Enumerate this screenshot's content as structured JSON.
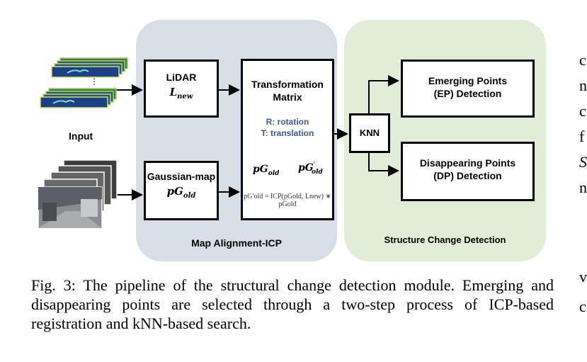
{
  "diagram": {
    "input_label": "Input",
    "dots": "⋮",
    "lidar": {
      "title": "LiDAR",
      "symbol": "L",
      "subscript": "new"
    },
    "gaussian": {
      "title": "Gaussian-map",
      "symbol": "pG",
      "subscript": "old"
    },
    "transform": {
      "title_line1": "Transformation",
      "title_line2": "Matrix",
      "r_label": "R: rotation",
      "t_label": "T: translation",
      "from_symbol": "pG",
      "from_sub": "old",
      "to_symbol": "pG",
      "to_prime": "′",
      "to_sub": "old",
      "equation": "pG′old = ICP(pGold, Lnew) ∗ pGold"
    },
    "knn_label": "KNN",
    "ep_line1": "Emerging Points",
    "ep_line2": "(EP) Detection",
    "dp_line1": "Disappearing Points",
    "dp_line2": "(DP) Detection",
    "panel_left_label": "Map Alignment-ICP",
    "panel_right_label": "Structure Change Detection",
    "colors": {
      "blue_panel": "#d8dee6",
      "green_panel": "#e2edd7",
      "rt_text": "#3b5b8f"
    }
  },
  "caption": "Fig. 3: The pipeline of the structural change detection module. Emerging and disappearing points are selected through a two-step process of ICP-based registration and kNN-based search.",
  "side_letters": [
    "c",
    "n",
    "c",
    "f",
    "S",
    "n",
    "v",
    "c"
  ]
}
